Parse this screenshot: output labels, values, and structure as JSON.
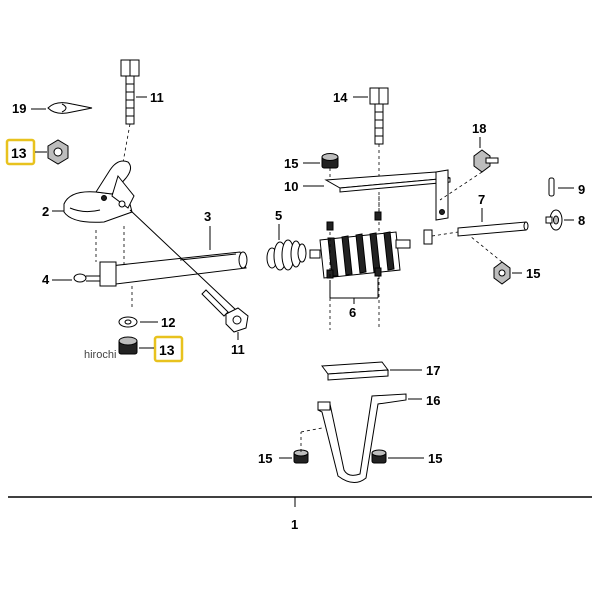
{
  "diagram": {
    "labels": {
      "p1": "1",
      "p2": "2",
      "p3": "3",
      "p4": "4",
      "p5": "5",
      "p6": "6",
      "p7": "7",
      "p9": "9",
      "p10": "10",
      "p11a": "11",
      "p11b": "11",
      "p12": "12",
      "p13a": "13",
      "p13b": "13",
      "p14": "14",
      "p15a": "15",
      "p15b": "15",
      "p15c": "15",
      "p15d": "15",
      "p16": "16",
      "p17": "17",
      "p18": "18",
      "p19": "19"
    },
    "watermark": "hirochi",
    "highlight_color": "#e8c21e"
  }
}
